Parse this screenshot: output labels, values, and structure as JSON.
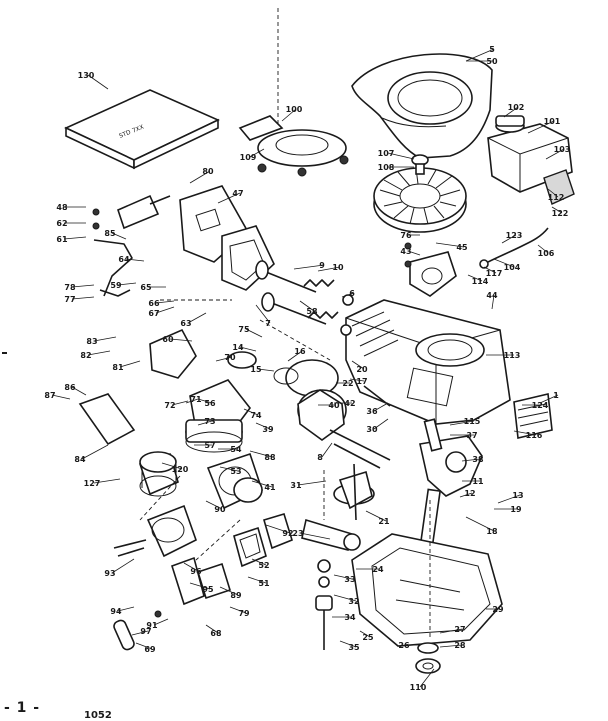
{
  "diagram": {
    "page_number": "- 1 -",
    "page_code": "1052",
    "booklet_text": "STD 7XX",
    "callouts": [
      {
        "text": "5"
      },
      {
        "text": "50"
      },
      {
        "text": "100"
      },
      {
        "text": "101"
      },
      {
        "text": "102"
      },
      {
        "text": "103"
      },
      {
        "text": "107"
      },
      {
        "text": "108"
      },
      {
        "text": "109"
      },
      {
        "text": "130"
      },
      {
        "text": "80"
      },
      {
        "text": "47"
      },
      {
        "text": "48"
      },
      {
        "text": "62"
      },
      {
        "text": "61"
      },
      {
        "text": "85"
      },
      {
        "text": "78"
      },
      {
        "text": "77"
      },
      {
        "text": "76"
      },
      {
        "text": "45"
      },
      {
        "text": "43"
      },
      {
        "text": "44"
      },
      {
        "text": "112"
      },
      {
        "text": "122"
      },
      {
        "text": "123"
      },
      {
        "text": "114"
      },
      {
        "text": "113"
      },
      {
        "text": "1"
      },
      {
        "text": "116"
      },
      {
        "text": "115"
      },
      {
        "text": "37"
      },
      {
        "text": "38"
      },
      {
        "text": "11"
      },
      {
        "text": "12"
      },
      {
        "text": "13"
      },
      {
        "text": "19"
      },
      {
        "text": "18"
      },
      {
        "text": "31"
      },
      {
        "text": "23"
      },
      {
        "text": "21"
      },
      {
        "text": "24"
      },
      {
        "text": "34"
      },
      {
        "text": "35"
      },
      {
        "text": "32"
      },
      {
        "text": "33"
      },
      {
        "text": "26"
      },
      {
        "text": "27"
      },
      {
        "text": "28"
      },
      {
        "text": "29"
      },
      {
        "text": "110"
      },
      {
        "text": "25"
      },
      {
        "text": "87"
      },
      {
        "text": "86"
      },
      {
        "text": "84"
      },
      {
        "text": "127"
      },
      {
        "text": "120"
      },
      {
        "text": "88"
      },
      {
        "text": "41"
      },
      {
        "text": "90"
      },
      {
        "text": "92"
      },
      {
        "text": "93"
      },
      {
        "text": "95"
      },
      {
        "text": "96"
      },
      {
        "text": "97"
      },
      {
        "text": "69"
      },
      {
        "text": "70"
      },
      {
        "text": "71"
      },
      {
        "text": "72"
      },
      {
        "text": "73"
      },
      {
        "text": "74"
      },
      {
        "text": "75"
      },
      {
        "text": "14"
      },
      {
        "text": "15"
      },
      {
        "text": "16"
      },
      {
        "text": "39"
      },
      {
        "text": "40"
      },
      {
        "text": "42"
      },
      {
        "text": "8"
      },
      {
        "text": "9"
      },
      {
        "text": "10"
      },
      {
        "text": "6"
      },
      {
        "text": "7"
      },
      {
        "text": "58"
      },
      {
        "text": "20"
      },
      {
        "text": "17"
      },
      {
        "text": "22"
      },
      {
        "text": "36"
      },
      {
        "text": "30"
      },
      {
        "text": "104"
      },
      {
        "text": "106"
      },
      {
        "text": "117"
      },
      {
        "text": "124"
      },
      {
        "text": "81"
      },
      {
        "text": "82"
      },
      {
        "text": "83"
      },
      {
        "text": "66"
      },
      {
        "text": "67"
      },
      {
        "text": "65"
      },
      {
        "text": "64"
      },
      {
        "text": "63"
      },
      {
        "text": "59"
      },
      {
        "text": "60"
      },
      {
        "text": "56"
      },
      {
        "text": "57"
      },
      {
        "text": "54"
      },
      {
        "text": "53"
      },
      {
        "text": "52"
      },
      {
        "text": "51"
      },
      {
        "text": "94"
      },
      {
        "text": "91"
      },
      {
        "text": "89"
      },
      {
        "text": "79"
      },
      {
        "text": "68"
      }
    ]
  }
}
